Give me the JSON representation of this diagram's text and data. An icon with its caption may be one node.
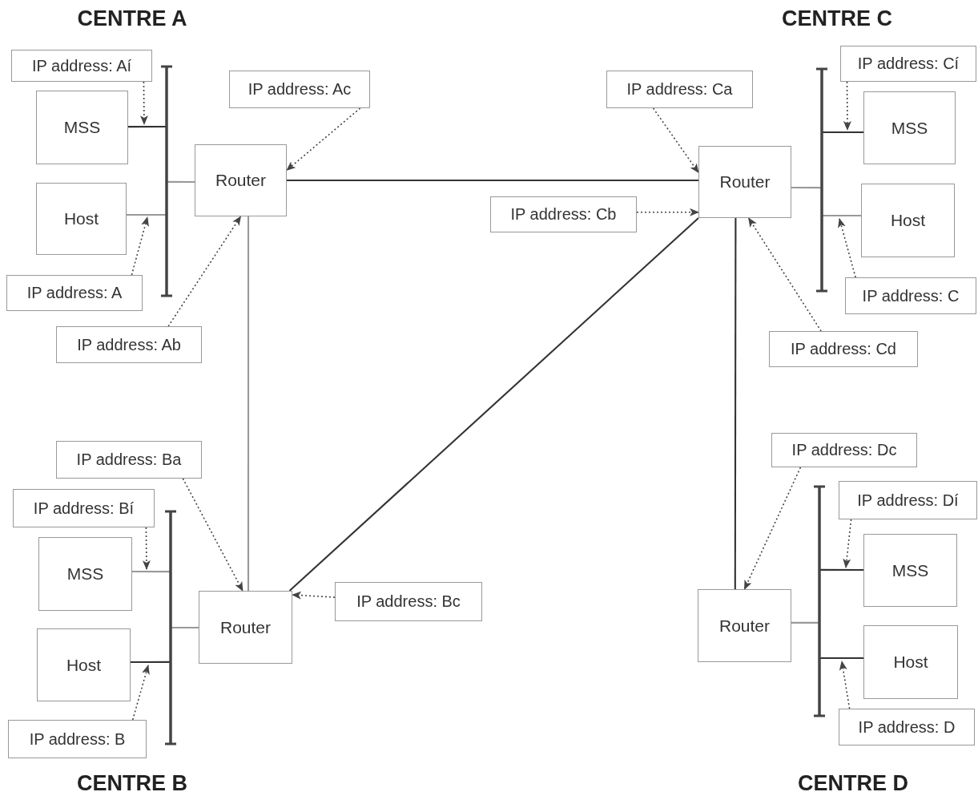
{
  "diagram": {
    "nodes": [
      {
        "text": [
          "IP address: Aí"
        ]
      },
      {
        "text": [
          "MSS"
        ]
      },
      {
        "text": [
          "Host"
        ]
      },
      {
        "text": [],
        "shape": "bar"
      },
      {
        "text": [
          "Router"
        ]
      },
      {
        "text": [
          "IP address: Ac"
        ]
      },
      {
        "text": [
          "IP address: A"
        ]
      },
      {
        "text": [
          "IP address: Ab"
        ]
      },
      {
        "text": [
          "IP address: Ca"
        ]
      },
      {
        "text": [
          "IP address: Cí"
        ]
      },
      {
        "text": [
          "MSS"
        ]
      },
      {
        "text": [
          "Router"
        ]
      },
      {
        "text": [
          "IP address: Cb"
        ]
      },
      {
        "text": [],
        "shape": "bar"
      },
      {
        "text": [
          "Host"
        ]
      },
      {
        "text": [
          "IP address: C"
        ]
      },
      {
        "text": [
          "IP address: Cd"
        ]
      },
      {
        "text": [
          "IP address: Ba"
        ]
      },
      {
        "text": [
          "IP address: Bí"
        ]
      },
      {
        "text": [
          "MSS"
        ]
      },
      {
        "text": [
          "Host"
        ]
      },
      {
        "text": [],
        "shape": "bar"
      },
      {
        "text": [
          "Router"
        ]
      },
      {
        "text": [
          "IP address: Bc"
        ]
      },
      {
        "text": [
          "IP address: B"
        ]
      },
      {
        "text": [
          "IP address: Dc"
        ]
      },
      {
        "text": [
          "IP address: Dí"
        ]
      },
      {
        "text": [
          "Router"
        ]
      },
      {
        "text": [],
        "shape": "bar"
      },
      {
        "text": [
          "MSS"
        ]
      },
      {
        "text": [
          "Host"
        ]
      },
      {
        "text": [
          "IP address: D"
        ]
      }
    ],
    "edges": [
      {
        "from": 1,
        "to": 3,
        "arrow": "none"
      },
      {
        "from": 2,
        "to": 3,
        "arrow": "none",
        "color": "#999999"
      },
      {
        "from": 4,
        "to": 3,
        "arrow": "none",
        "color": "#999999"
      },
      {
        "from": 10,
        "to": 13,
        "arrow": "none"
      },
      {
        "from": 14,
        "to": 13,
        "arrow": "none",
        "color": "#999999"
      },
      {
        "from": 11,
        "to": 13,
        "arrow": "none",
        "color": "#999999"
      },
      {
        "from": 19,
        "to": 21,
        "arrow": "none",
        "color": "#999999"
      },
      {
        "from": 20,
        "to": 21,
        "arrow": "none"
      },
      {
        "from": 22,
        "to": 21,
        "arrow": "none",
        "color": "#999999"
      },
      {
        "from": 29,
        "to": 28,
        "arrow": "none"
      },
      {
        "from": 30,
        "to": 28,
        "arrow": "none"
      },
      {
        "from": 27,
        "to": 28,
        "arrow": "none",
        "color": "#999999"
      },
      {
        "from": 4,
        "to": 11,
        "arrow": "none"
      },
      {
        "from": 4,
        "to": 22,
        "arrow": "none",
        "color": "#999999"
      },
      {
        "from": 22,
        "to": 11,
        "arrow": "none"
      },
      {
        "from": 11,
        "to": 27,
        "arrow": "none"
      },
      {
        "from": 0,
        "to": 3,
        "arrow": "to",
        "style": "dashed"
      },
      {
        "from": 5,
        "to": 4,
        "arrow": "to",
        "style": "dashed"
      },
      {
        "from": 6,
        "to": 3,
        "arrow": "to",
        "style": "dashed"
      },
      {
        "from": 7,
        "to": 4,
        "arrow": "to",
        "style": "dashed"
      },
      {
        "from": 8,
        "to": 11,
        "arrow": "to",
        "style": "dashed"
      },
      {
        "from": 12,
        "to": 11,
        "arrow": "to",
        "style": "dashed"
      },
      {
        "from": 16,
        "to": 11,
        "arrow": "to",
        "style": "dashed"
      },
      {
        "from": 9,
        "to": 10,
        "arrow": "to",
        "style": "dashed"
      },
      {
        "from": 15,
        "to": 13,
        "arrow": "to",
        "style": "dashed"
      },
      {
        "from": 17,
        "to": 22,
        "arrow": "to",
        "style": "dashed"
      },
      {
        "from": 23,
        "to": 22,
        "arrow": "to",
        "style": "dashed"
      },
      {
        "from": 18,
        "to": 19,
        "arrow": "to",
        "style": "dashed"
      },
      {
        "from": 24,
        "to": 21,
        "arrow": "to",
        "style": "dashed"
      },
      {
        "from": 25,
        "to": 27,
        "arrow": "to",
        "style": "dashed"
      },
      {
        "from": 26,
        "to": 29,
        "arrow": "to",
        "style": "dashed"
      },
      {
        "from": 31,
        "to": 28,
        "arrow": "to",
        "style": "dashed"
      }
    ],
    "labels": [
      "CENTRE A",
      "CENTRE C",
      "CENTRE B",
      "CENTRE D"
    ]
  }
}
